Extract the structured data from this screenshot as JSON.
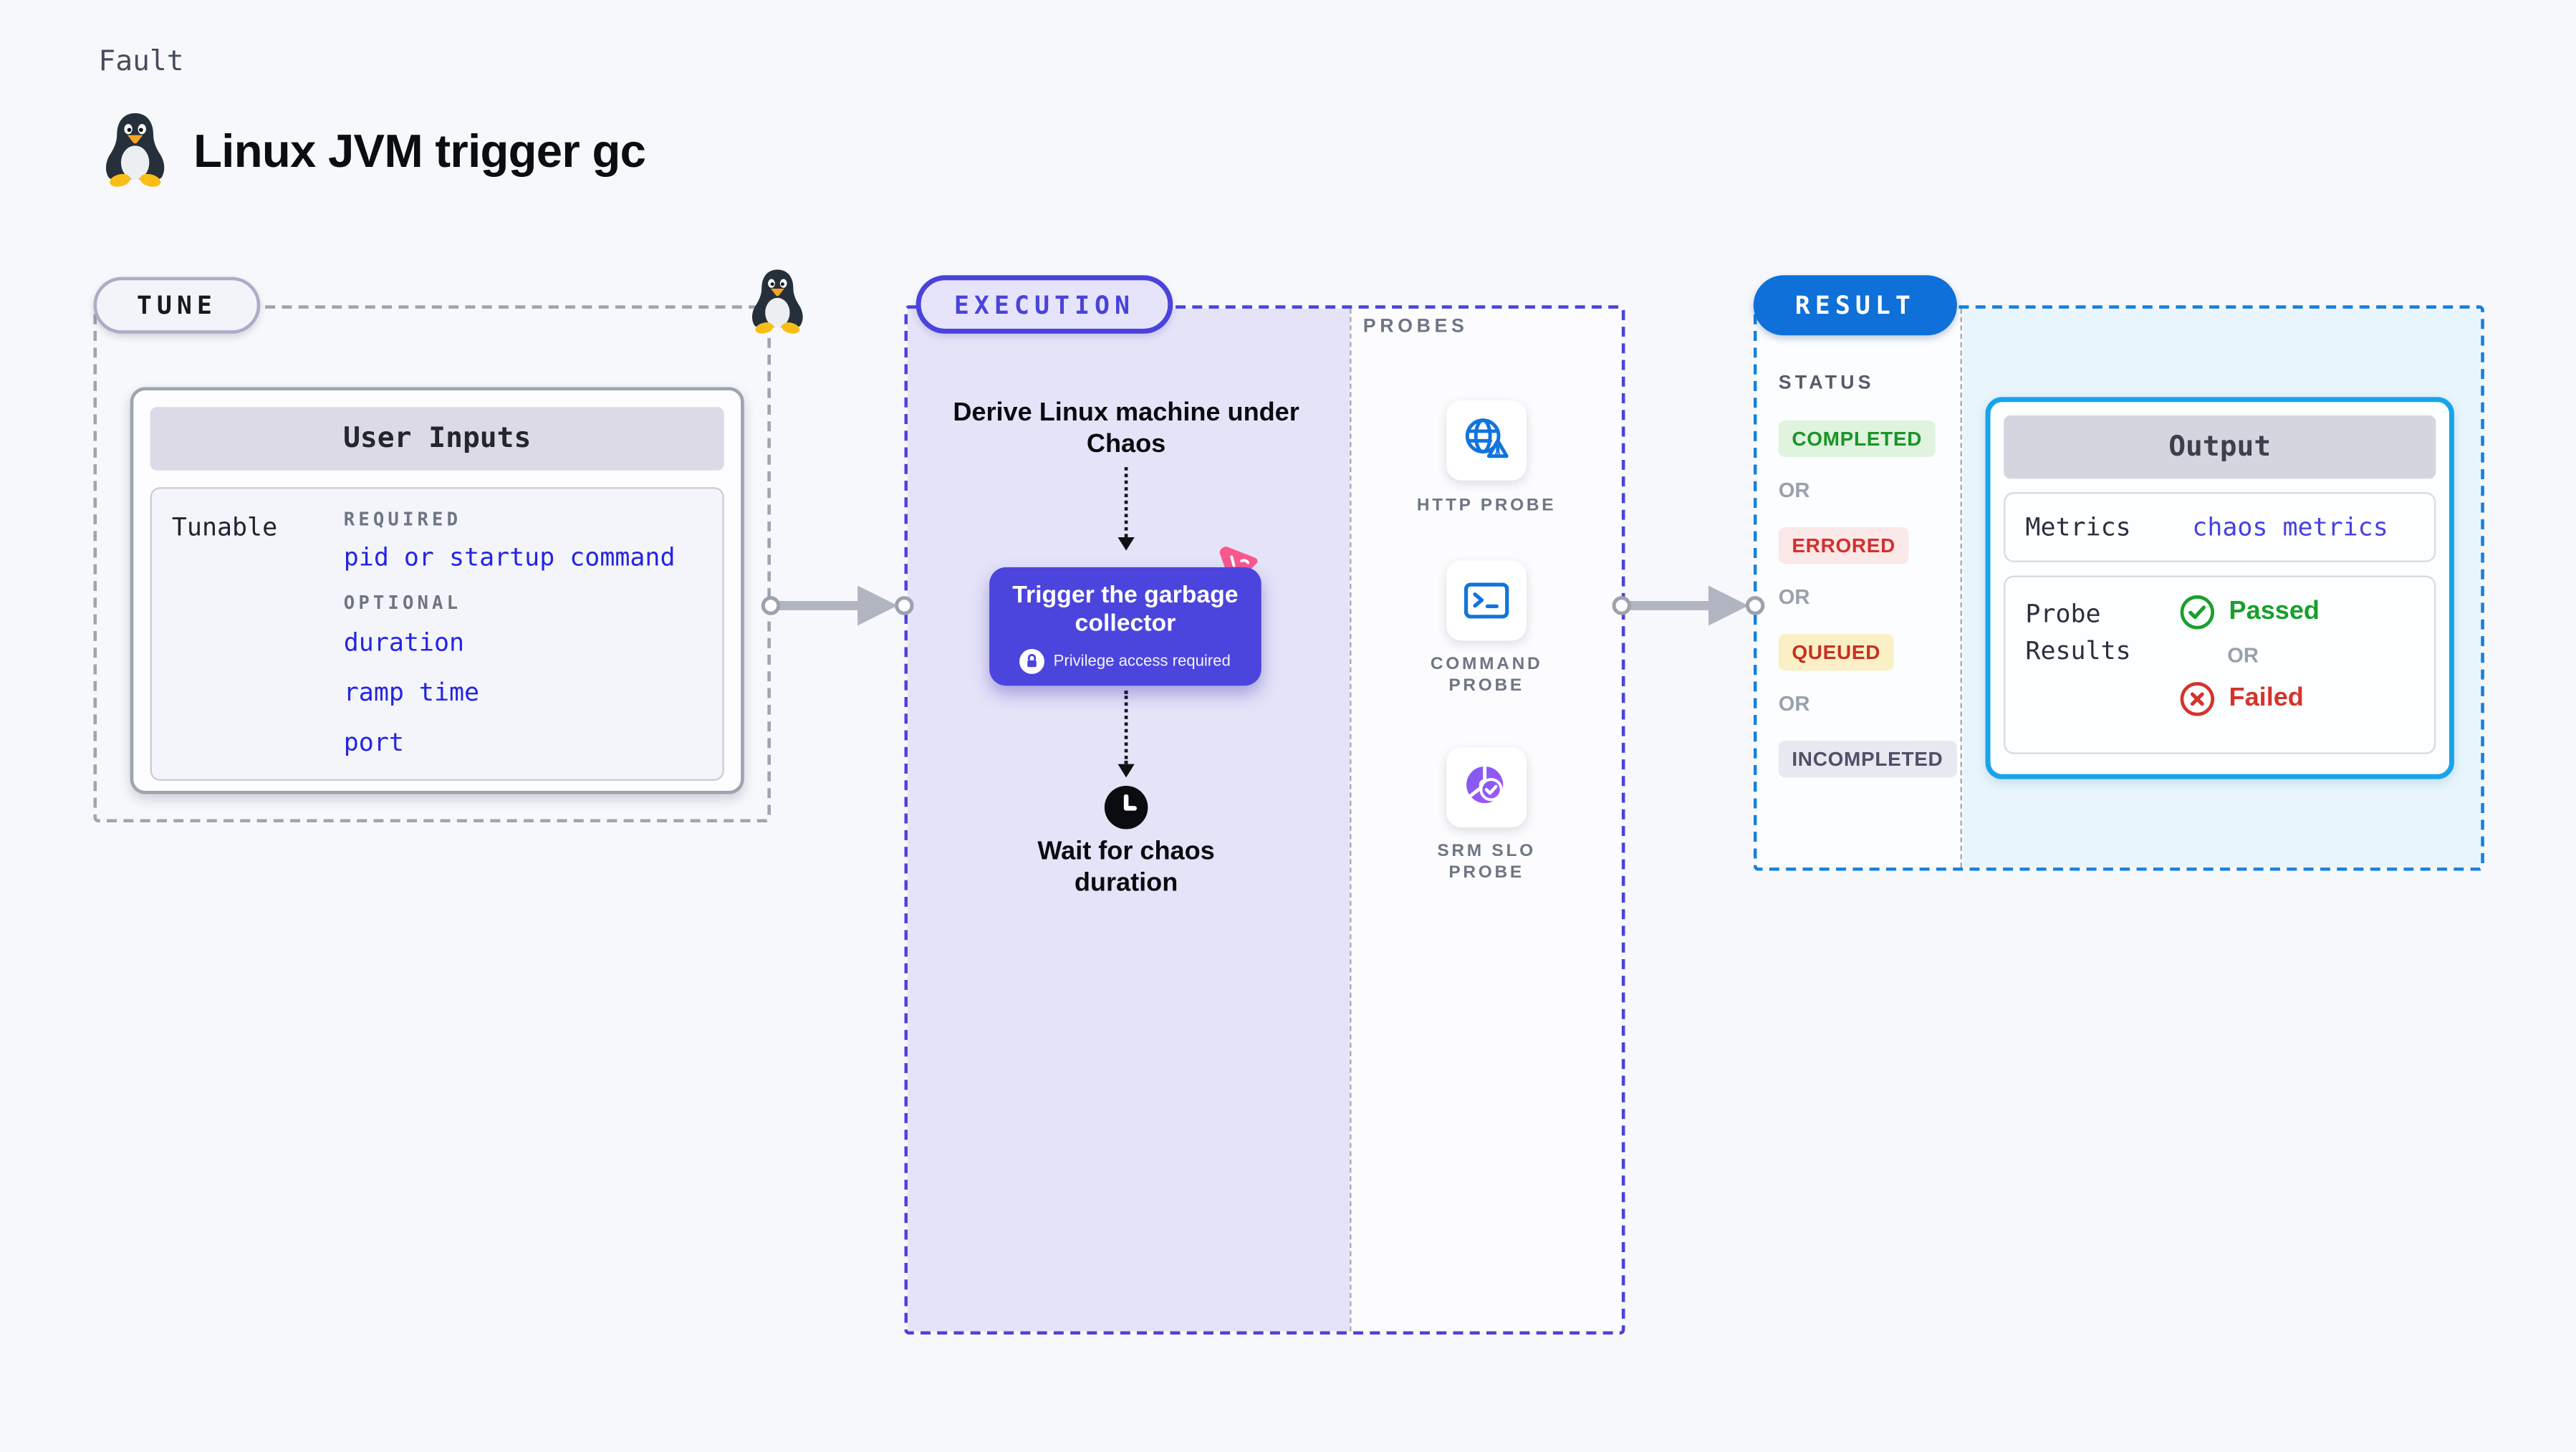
{
  "page": {
    "kicker": "Fault",
    "title": "Linux JVM trigger gc",
    "fault_icon": "linux-penguin-icon"
  },
  "tune": {
    "badge": "TUNE",
    "corner_icon": "linux-penguin-icon",
    "card_title": "User Inputs",
    "row_label": "Tunable",
    "required_label": "REQUIRED",
    "required_items": [
      "pid or startup command"
    ],
    "optional_label": "OPTIONAL",
    "optional_items": [
      "duration",
      "ramp time",
      "port"
    ]
  },
  "execution": {
    "badge": "EXECUTION",
    "derive_text": "Derive Linux machine under Chaos",
    "trigger_title": "Trigger the garbage collector",
    "trigger_icon": "litmus-chaos-icon",
    "privilege_icon": "lock-icon",
    "privilege_note": "Privilege access required",
    "wait_icon": "clock-icon",
    "wait_text": "Wait for chaos duration"
  },
  "probes": {
    "label": "PROBES",
    "items": [
      {
        "icon": "globe-alert-icon",
        "line1": "HTTP PROBE",
        "line2": ""
      },
      {
        "icon": "terminal-icon",
        "line1": "COMMAND",
        "line2": "PROBE"
      },
      {
        "icon": "slo-donut-icon",
        "line1": "SRM SLO",
        "line2": "PROBE"
      }
    ]
  },
  "result": {
    "badge": "RESULT",
    "status_label": "STATUS",
    "or_label": "OR",
    "statuses": [
      {
        "label": "COMPLETED",
        "type": "success"
      },
      {
        "label": "ERRORED",
        "type": "error"
      },
      {
        "label": "QUEUED",
        "type": "warning"
      },
      {
        "label": "INCOMPLETED",
        "type": "neutral"
      }
    ],
    "output": {
      "title": "Output",
      "metrics_label": "Metrics",
      "metrics_value": "chaos metrics",
      "probe_results_label": "Probe Results",
      "passed_icon": "check-circle-icon",
      "passed_label": "Passed",
      "or_label": "OR",
      "failed_icon": "x-circle-icon",
      "failed_label": "Failed"
    }
  },
  "colors": {
    "page_bg": "#F7F8FB",
    "indigo_accent": "#4A43DB",
    "execution_fill": "#E5E3F8",
    "trigger_button": "#4B45DE",
    "litmus_pink": "#F9588E",
    "result_blue": "#0E70D8",
    "result_dashed": "#1580DF",
    "result_fill": "#E8F5FC",
    "output_border": "#18A4EB",
    "probe_blue": "#1274DC",
    "slo_purple": "#8B5CF6",
    "link_blue": "#2424E4",
    "success_green": "#1B9427",
    "error_red": "#D3302C",
    "arrow_gray": "#B1B5C2"
  }
}
